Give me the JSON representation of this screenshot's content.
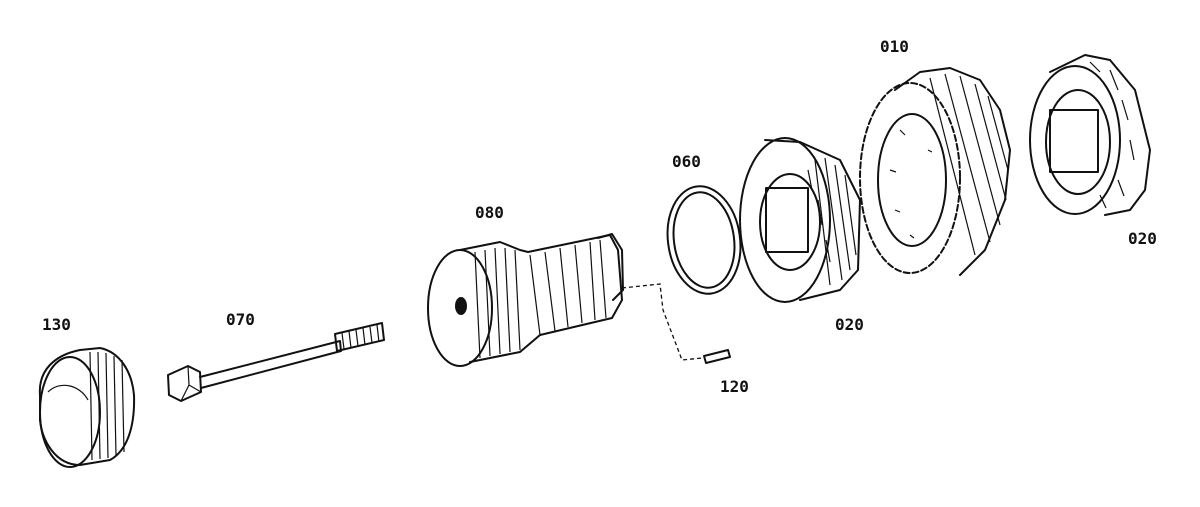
{
  "diagram": {
    "parts": [
      {
        "id": "p130",
        "number": "130",
        "icon": "cap"
      },
      {
        "id": "p070",
        "number": "070",
        "icon": "bolt"
      },
      {
        "id": "p080",
        "number": "080",
        "icon": "splined-hub"
      },
      {
        "id": "p120",
        "number": "120",
        "icon": "pin"
      },
      {
        "id": "p060",
        "number": "060",
        "icon": "o-ring"
      },
      {
        "id": "p020a",
        "number": "020",
        "icon": "tapered-roller-bearing"
      },
      {
        "id": "p010",
        "number": "010",
        "icon": "gear"
      },
      {
        "id": "p020b",
        "number": "020",
        "icon": "tapered-roller-bearing"
      }
    ]
  }
}
